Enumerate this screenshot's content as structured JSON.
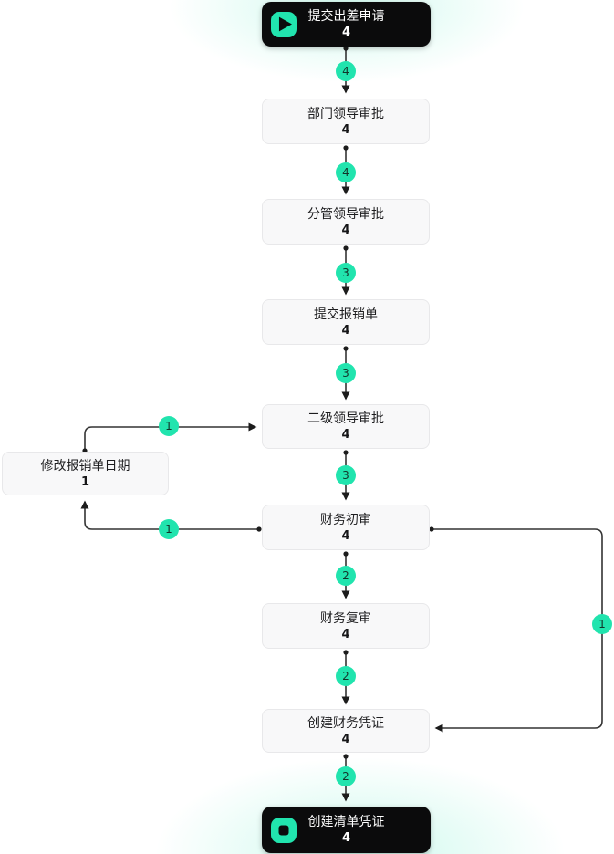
{
  "diagram": {
    "type": "process-flow",
    "accent_color": "#21e4ae",
    "node_color": "#f8f8f9",
    "terminal_node_color": "#0b0b0c",
    "nodes": [
      {
        "id": "start",
        "label": "提交出差申请",
        "count": "4",
        "type": "start"
      },
      {
        "id": "dept",
        "label": "部门领导审批",
        "count": "4",
        "type": "task"
      },
      {
        "id": "branch",
        "label": "分管领导审批",
        "count": "4",
        "type": "task"
      },
      {
        "id": "claim",
        "label": "提交报销单",
        "count": "4",
        "type": "task"
      },
      {
        "id": "second",
        "label": "二级领导审批",
        "count": "4",
        "type": "task"
      },
      {
        "id": "fin1",
        "label": "财务初审",
        "count": "4",
        "type": "task"
      },
      {
        "id": "fin2",
        "label": "财务复审",
        "count": "4",
        "type": "task"
      },
      {
        "id": "voucher",
        "label": "创建财务凭证",
        "count": "4",
        "type": "task"
      },
      {
        "id": "end",
        "label": "创建清单凭证",
        "count": "4",
        "type": "end"
      },
      {
        "id": "modify",
        "label": "修改报销单日期",
        "count": "1",
        "type": "task"
      }
    ],
    "edges": [
      {
        "from": "提交出差申请",
        "to": "部门领导审批",
        "count": "4"
      },
      {
        "from": "部门领导审批",
        "to": "分管领导审批",
        "count": "4"
      },
      {
        "from": "分管领导审批",
        "to": "提交报销单",
        "count": "3"
      },
      {
        "from": "提交报销单",
        "to": "二级领导审批",
        "count": "3"
      },
      {
        "from": "二级领导审批",
        "to": "财务初审",
        "count": "3"
      },
      {
        "from": "财务初审",
        "to": "财务复审",
        "count": "2"
      },
      {
        "from": "财务复审",
        "to": "创建财务凭证",
        "count": "2"
      },
      {
        "from": "创建财务凭证",
        "to": "创建清单凭证",
        "count": "2"
      },
      {
        "from": "修改报销单日期",
        "to": "二级领导审批",
        "count": "1"
      },
      {
        "from": "财务初审",
        "to": "修改报销单日期",
        "count": "1"
      },
      {
        "from": "财务初审",
        "to": "创建财务凭证",
        "count": "1"
      }
    ]
  }
}
